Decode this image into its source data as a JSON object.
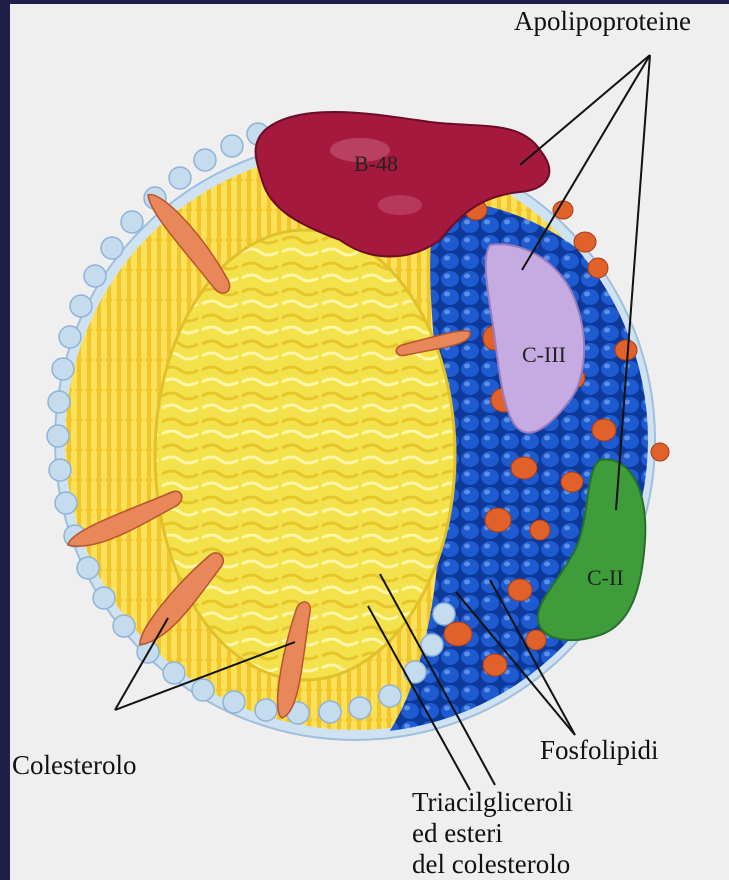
{
  "labels": {
    "apolipoproteine": "Apolipoproteine",
    "b48": "B-48",
    "c3": "C-III",
    "c2": "C-II",
    "colesterolo": "Colesterolo",
    "fosfolipidi": "Fosfolipidi",
    "triacil_line1": "Triacilgliceroli",
    "triacil_line2": "ed esteri",
    "triacil_line3": "del colesterolo"
  },
  "colors": {
    "background_frame": "#1f1f4a",
    "panel": "#efefef",
    "core_yellow": "#f3dd3a",
    "phospholipid_blue": "#1b52c4",
    "head_lightblue": "#bcd6ea",
    "apob48": "#a5193f",
    "apoc3": "#c3a8e0",
    "apoc2": "#3a9a3a",
    "cholesterol": "#e8875a"
  }
}
